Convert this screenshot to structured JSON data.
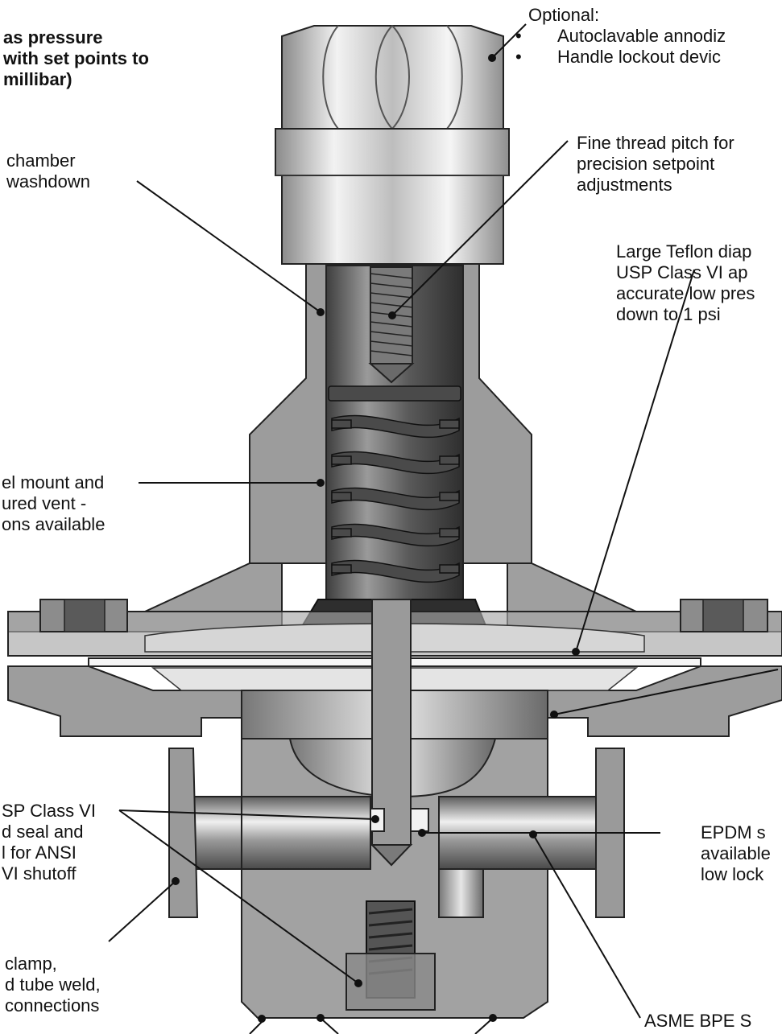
{
  "callouts": {
    "title_lines": [
      "as pressure",
      "with set points to",
      "millibar)"
    ],
    "chamber_lines": [
      "chamber",
      "washdown"
    ],
    "optional": {
      "heading": "Optional:",
      "bullets": [
        "Autoclavable annodiz",
        "Handle lockout devic"
      ]
    },
    "fine_thread_lines": [
      "Fine thread pitch for",
      "precision setpoint",
      "adjustments"
    ],
    "teflon_lines": [
      "Large Teflon diap",
      "USP Class VI ap",
      "accurate low pres",
      "down to 1 psi"
    ],
    "panel_lines": [
      "el mount and",
      "ured vent -",
      "ons available"
    ],
    "seal_lines": [
      "SP Class VI",
      "d seal and",
      "l for ANSI",
      "VI shutoff"
    ],
    "epdm_lines": [
      "EPDM s",
      "available",
      "low lock"
    ],
    "connections_lines": [
      "clamp,",
      "d tube weld,",
      "connections"
    ],
    "asme": "ASME BPE S"
  },
  "colors": {
    "metal_dark": "#6f6f6f",
    "metal_mid": "#a9a9a9",
    "metal_light": "#d9d9d9",
    "spring": "#4a4a4a",
    "line": "#111111"
  }
}
